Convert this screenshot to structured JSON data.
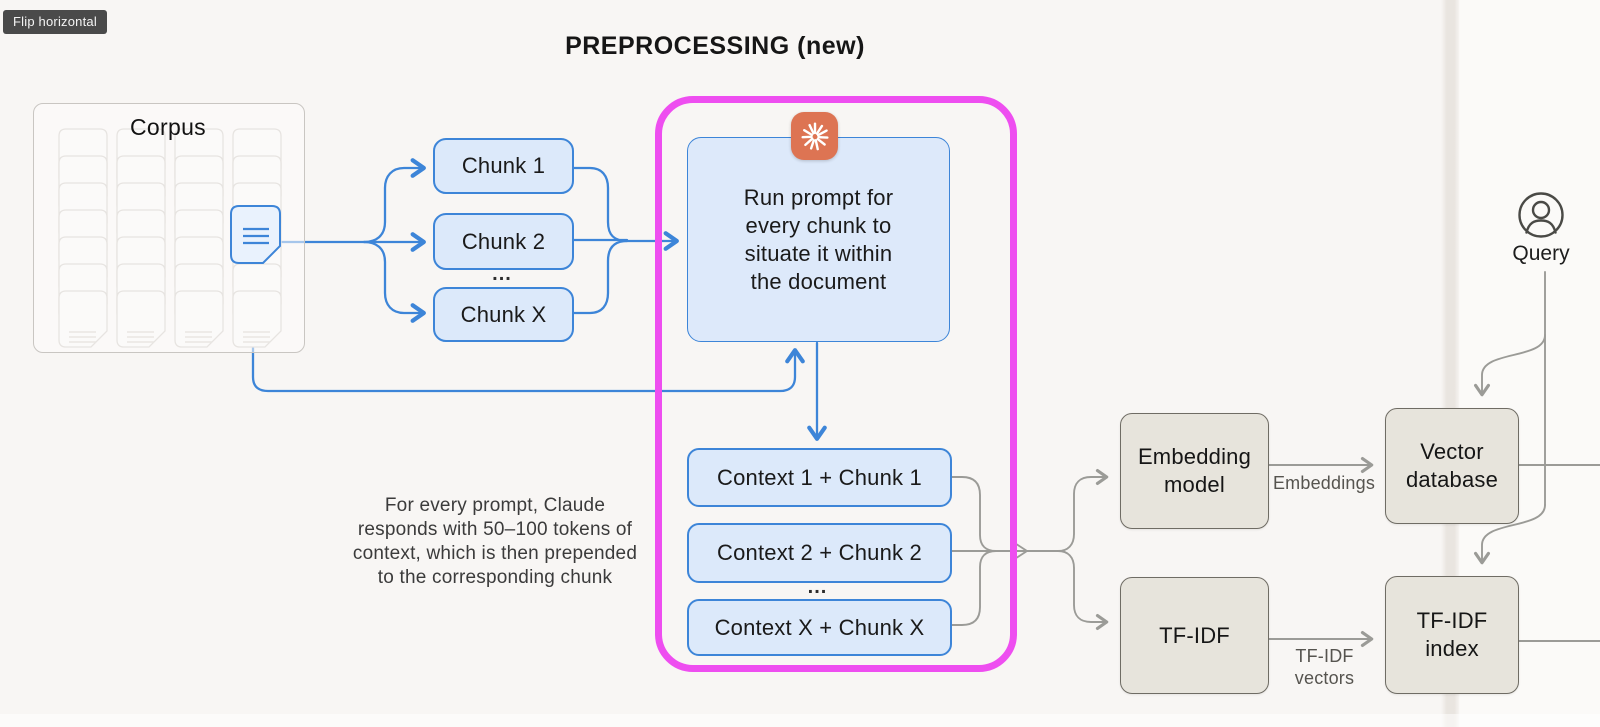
{
  "toolbar": {
    "flip_horizontal_label": "Flip horizontal"
  },
  "header": {
    "title": "PREPROCESSING (new)"
  },
  "corpus": {
    "label": "Corpus",
    "document_icon": "document-icon"
  },
  "chunks": {
    "chunk1": "Chunk 1",
    "chunk2": "Chunk 2",
    "ellipsis": "...",
    "chunkx": "Chunk X"
  },
  "prompt_box": {
    "icon": "claude-sparkle-icon",
    "lines": [
      "Run prompt for",
      "every chunk to",
      "situate it within",
      "the document"
    ]
  },
  "contexts": {
    "context1": "Context 1 + Chunk 1",
    "context2": "Context 2 + Chunk 2",
    "ellipsis": "...",
    "contextx": "Context X + Chunk X"
  },
  "note": {
    "lines": [
      "For every prompt, Claude",
      "responds with 50–100 tokens of",
      "context, which is then prepended",
      "to the corresponding chunk"
    ]
  },
  "retrieval": {
    "embedding_model": {
      "line1": "Embedding",
      "line2": "model"
    },
    "embeddings_label": "Embeddings",
    "vector_database": {
      "line1": "Vector",
      "line2": "database"
    },
    "tfidf": "TF-IDF",
    "tfidf_vectors_label": {
      "line1": "TF-IDF",
      "line2": "vectors"
    },
    "tfidf_index": {
      "line1": "TF-IDF",
      "line2": "index"
    },
    "query_label": "Query",
    "query_icon": "user-icon"
  },
  "colors": {
    "background": "#f8f6f4",
    "blue_stroke": "#3d85d8",
    "blue_fill": "#dce9fa",
    "magenta_highlight": "#ee4ef0",
    "claude_orange": "#dd7453",
    "beige_fill": "#e7e4dc",
    "beige_border": "#6f6c64",
    "gray_line": "#9b9b97",
    "tooltip_bg": "#4a4a4a"
  }
}
